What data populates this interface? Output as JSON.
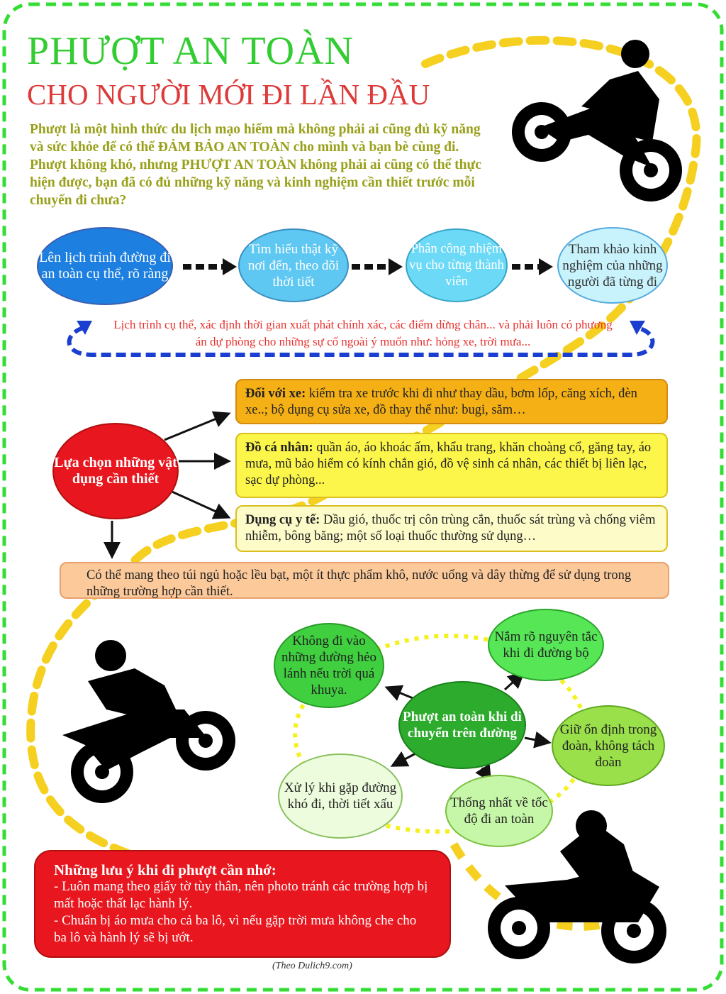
{
  "title": {
    "line1": "PHƯỢT AN TOÀN",
    "line2": "CHO NGƯỜI MỚI ĐI LẦN ĐẦU"
  },
  "intro": "Phượt là một hình thức du lịch mạo hiểm mà không phải ai cũng đủ kỹ năng và sức khỏe để có thể ĐẢM BẢO AN TOÀN cho mình và bạn bè cùng đi. Phượt không khó, nhưng PHƯỢT AN TOÀN không phải ai cũng có thể thực hiện được, bạn đã có đủ những kỹ năng và kinh nghiệm cần thiết trước mỗi chuyến đi chưa?",
  "plan_steps": [
    {
      "label": "Lên lịch trình đường đi an toàn cụ thể, rõ ràng",
      "color": "#1d7fe0"
    },
    {
      "label": "Tìm hiểu thật kỹ nơi đến, theo dõi thời tiết",
      "color": "#5fc8f2"
    },
    {
      "label": "Phân công nhiệm vụ cho từng thành viên",
      "color": "#6cd9f6"
    },
    {
      "label": "Tham khảo kinh nghiệm của những người đã từng đi",
      "color": "#c8f3fc"
    }
  ],
  "plan_note": "Lịch trình cụ thể, xác định thời gian xuất phát chính xác, các điểm dừng chân... và phải luôn có phương án dự phòng cho những sự cố ngoài ý muốn như: hỏng xe, trời mưa...",
  "gear": {
    "center": "Lựa chọn những vật dụng cần thiết",
    "items": [
      {
        "label": "Đối với xe:",
        "text": " kiểm tra xe trước khi đi như thay dầu, bơm lốp, căng xích, đèn xe..; bộ dụng cụ sửa xe, đồ thay thế như: bugi, săm…",
        "color": "#f5b015"
      },
      {
        "label": "Đồ cá nhân:",
        "text": " quần áo, áo khoác ấm, khẩu trang, khăn choàng cổ, găng tay, áo mưa, mũ bảo hiểm có kính chắn gió, đồ vệ sinh cá nhân, các thiết bị liên lạc, sạc dự phòng...",
        "color": "#fdf64a"
      },
      {
        "label": "Dụng cụ y tế:",
        "text": " Dầu gió, thuốc trị côn trùng cắn, thuốc sát trùng và chống viêm nhiễm, bông băng; một số loại thuốc thường sử dụng…",
        "color": "#fdfbc8"
      }
    ],
    "extra": "Có thể mang theo túi ngủ hoặc lều bạt, một ít thực phẩm khô, nước uống và dây thừng để sử dụng trong những trường hợp cần thiết."
  },
  "travel": {
    "center": "Phượt an toàn khi di chuyển trên đường",
    "items": [
      "Không đi vào những đường hẻo lánh nếu trời quá khuya.",
      "Nắm rõ nguyên tắc khi đi đường bộ",
      "Giữ ổn định trong đoàn, không tách đoàn",
      "Thống nhất về tốc độ đi an toàn",
      "Xử lý khi gặp đường khó đi, thời tiết xấu"
    ]
  },
  "notes": {
    "heading": "Những lưu ý khi đi phượt cần nhớ:",
    "items": [
      "- Luôn mang theo giấy tờ tùy thân, nên photo tránh các trường hợp bị mất hoặc thất lạc hành lý.",
      "- Chuẩn bị áo mưa cho cả ba lô, vì nếu gặp trời mưa không che cho ba lô và hành lý sẽ bị ướt."
    ]
  },
  "source": "(Theo Dulich9.com)",
  "colors": {
    "border": "#33dd33",
    "path": "#f5d020",
    "title_green": "#33cc33",
    "title_red": "#dd3a3a",
    "intro_text": "#99a01a",
    "loop_arrow": "#1a3fd0",
    "loop_text": "#e8312e"
  }
}
